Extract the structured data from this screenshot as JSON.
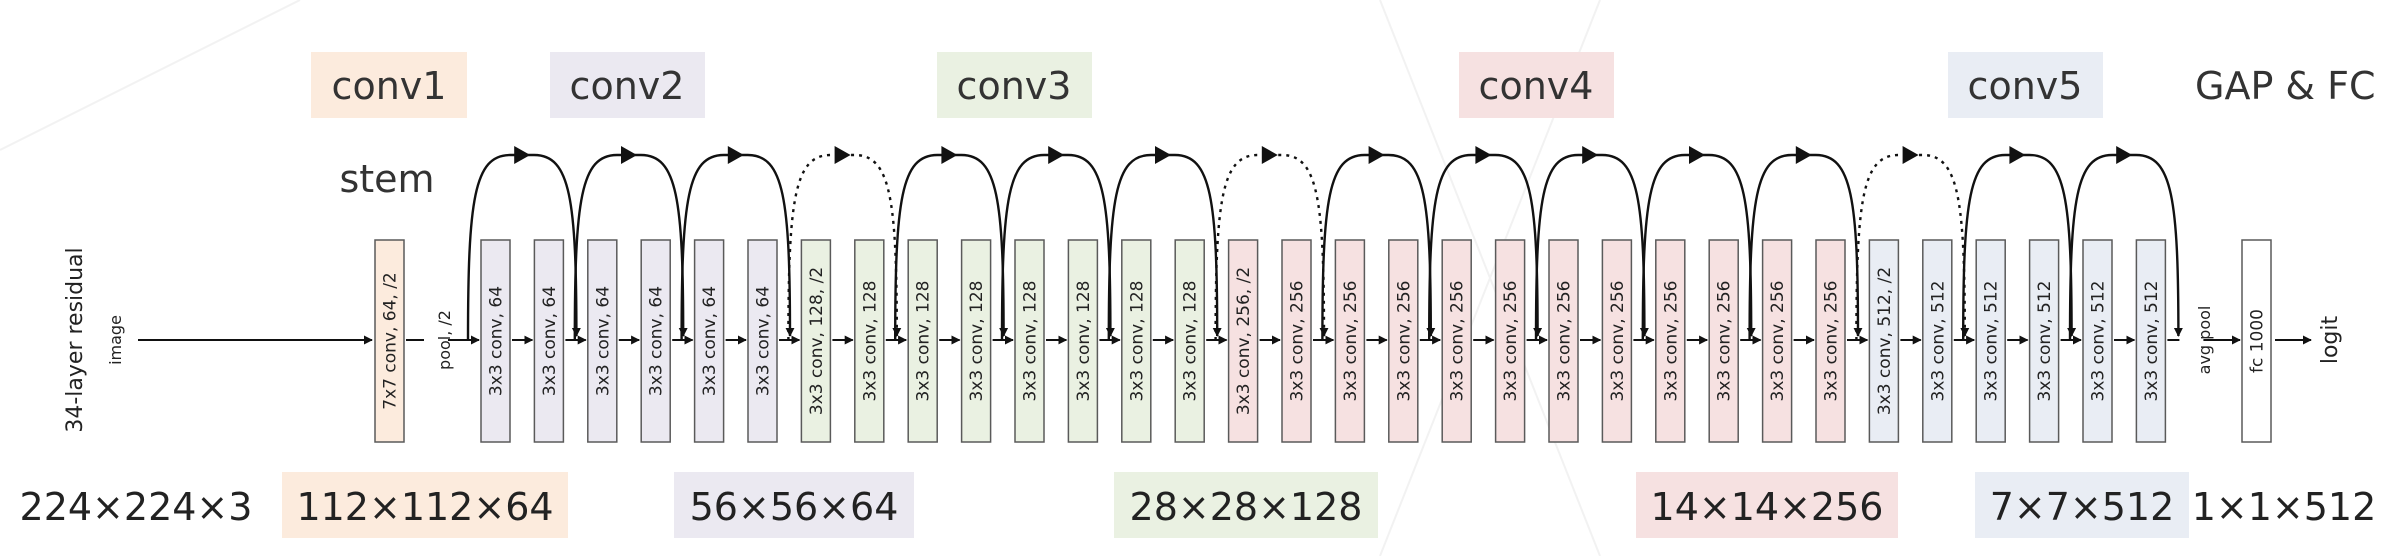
{
  "title": "34-layer residual",
  "colors": {
    "stem": "#fcebdd",
    "conv2": "#ebe9f1",
    "conv3": "#eaf1e2",
    "conv4": "#f6e1e1",
    "conv5": "#e9edf4",
    "line": "#111111",
    "box_border": "#5a5a5a"
  },
  "stages": [
    {
      "id": "conv1",
      "label": "conv1",
      "color_key": "stem"
    },
    {
      "id": "conv2",
      "label": "conv2",
      "color_key": "conv2"
    },
    {
      "id": "conv3",
      "label": "conv3",
      "color_key": "conv3"
    },
    {
      "id": "conv4",
      "label": "conv4",
      "color_key": "conv4"
    },
    {
      "id": "conv5",
      "label": "conv5",
      "color_key": "conv5"
    },
    {
      "id": "gapfc",
      "label": "GAP & FC",
      "color_key": null
    }
  ],
  "stem_label": "stem",
  "input_label": "image",
  "pool_label": "pool, /2",
  "avgpool_label": "avg pool",
  "output_label": "logit",
  "layers": [
    {
      "label": "7x7 conv, 64, /2",
      "stage": "stem"
    },
    {
      "label": "3x3 conv, 64",
      "stage": "conv2"
    },
    {
      "label": "3x3 conv, 64",
      "stage": "conv2"
    },
    {
      "label": "3x3 conv, 64",
      "stage": "conv2"
    },
    {
      "label": "3x3 conv, 64",
      "stage": "conv2"
    },
    {
      "label": "3x3 conv, 64",
      "stage": "conv2"
    },
    {
      "label": "3x3 conv, 64",
      "stage": "conv2"
    },
    {
      "label": "3x3 conv, 128, /2",
      "stage": "conv3"
    },
    {
      "label": "3x3 conv, 128",
      "stage": "conv3"
    },
    {
      "label": "3x3 conv, 128",
      "stage": "conv3"
    },
    {
      "label": "3x3 conv, 128",
      "stage": "conv3"
    },
    {
      "label": "3x3 conv, 128",
      "stage": "conv3"
    },
    {
      "label": "3x3 conv, 128",
      "stage": "conv3"
    },
    {
      "label": "3x3 conv, 128",
      "stage": "conv3"
    },
    {
      "label": "3x3 conv, 128",
      "stage": "conv3"
    },
    {
      "label": "3x3 conv, 256, /2",
      "stage": "conv4"
    },
    {
      "label": "3x3 conv, 256",
      "stage": "conv4"
    },
    {
      "label": "3x3 conv, 256",
      "stage": "conv4"
    },
    {
      "label": "3x3 conv, 256",
      "stage": "conv4"
    },
    {
      "label": "3x3 conv, 256",
      "stage": "conv4"
    },
    {
      "label": "3x3 conv, 256",
      "stage": "conv4"
    },
    {
      "label": "3x3 conv, 256",
      "stage": "conv4"
    },
    {
      "label": "3x3 conv, 256",
      "stage": "conv4"
    },
    {
      "label": "3x3 conv, 256",
      "stage": "conv4"
    },
    {
      "label": "3x3 conv, 256",
      "stage": "conv4"
    },
    {
      "label": "3x3 conv, 256",
      "stage": "conv4"
    },
    {
      "label": "3x3 conv, 256",
      "stage": "conv4"
    },
    {
      "label": "3x3 conv, 512, /2",
      "stage": "conv5"
    },
    {
      "label": "3x3 conv, 512",
      "stage": "conv5"
    },
    {
      "label": "3x3 conv, 512",
      "stage": "conv5"
    },
    {
      "label": "3x3 conv, 512",
      "stage": "conv5"
    },
    {
      "label": "3x3 conv, 512",
      "stage": "conv5"
    },
    {
      "label": "3x3 conv, 512",
      "stage": "conv5"
    },
    {
      "label": "fc 1000",
      "stage": "fc"
    }
  ],
  "skip_connections": [
    {
      "from": 1,
      "to": 2,
      "type": "identity"
    },
    {
      "from": 3,
      "to": 4,
      "type": "identity"
    },
    {
      "from": 5,
      "to": 6,
      "type": "identity"
    },
    {
      "from": 7,
      "to": 8,
      "type": "projection"
    },
    {
      "from": 9,
      "to": 10,
      "type": "identity"
    },
    {
      "from": 11,
      "to": 12,
      "type": "identity"
    },
    {
      "from": 13,
      "to": 14,
      "type": "identity"
    },
    {
      "from": 15,
      "to": 16,
      "type": "projection"
    },
    {
      "from": 17,
      "to": 18,
      "type": "identity"
    },
    {
      "from": 19,
      "to": 20,
      "type": "identity"
    },
    {
      "from": 21,
      "to": 22,
      "type": "identity"
    },
    {
      "from": 23,
      "to": 24,
      "type": "identity"
    },
    {
      "from": 25,
      "to": 26,
      "type": "identity"
    },
    {
      "from": 27,
      "to": 28,
      "type": "projection"
    },
    {
      "from": 29,
      "to": 30,
      "type": "identity"
    },
    {
      "from": 31,
      "to": 32,
      "type": "identity"
    }
  ],
  "dimensions": [
    {
      "label": "224×224×3",
      "color_key": null
    },
    {
      "label": "112×112×64",
      "color_key": "stem"
    },
    {
      "label": "56×56×64",
      "color_key": "conv2"
    },
    {
      "label": "28×28×128",
      "color_key": "conv3"
    },
    {
      "label": "14×14×256",
      "color_key": "conv4"
    },
    {
      "label": "7×7×512",
      "color_key": "conv5"
    },
    {
      "label": "1×1×512",
      "color_key": null
    }
  ]
}
